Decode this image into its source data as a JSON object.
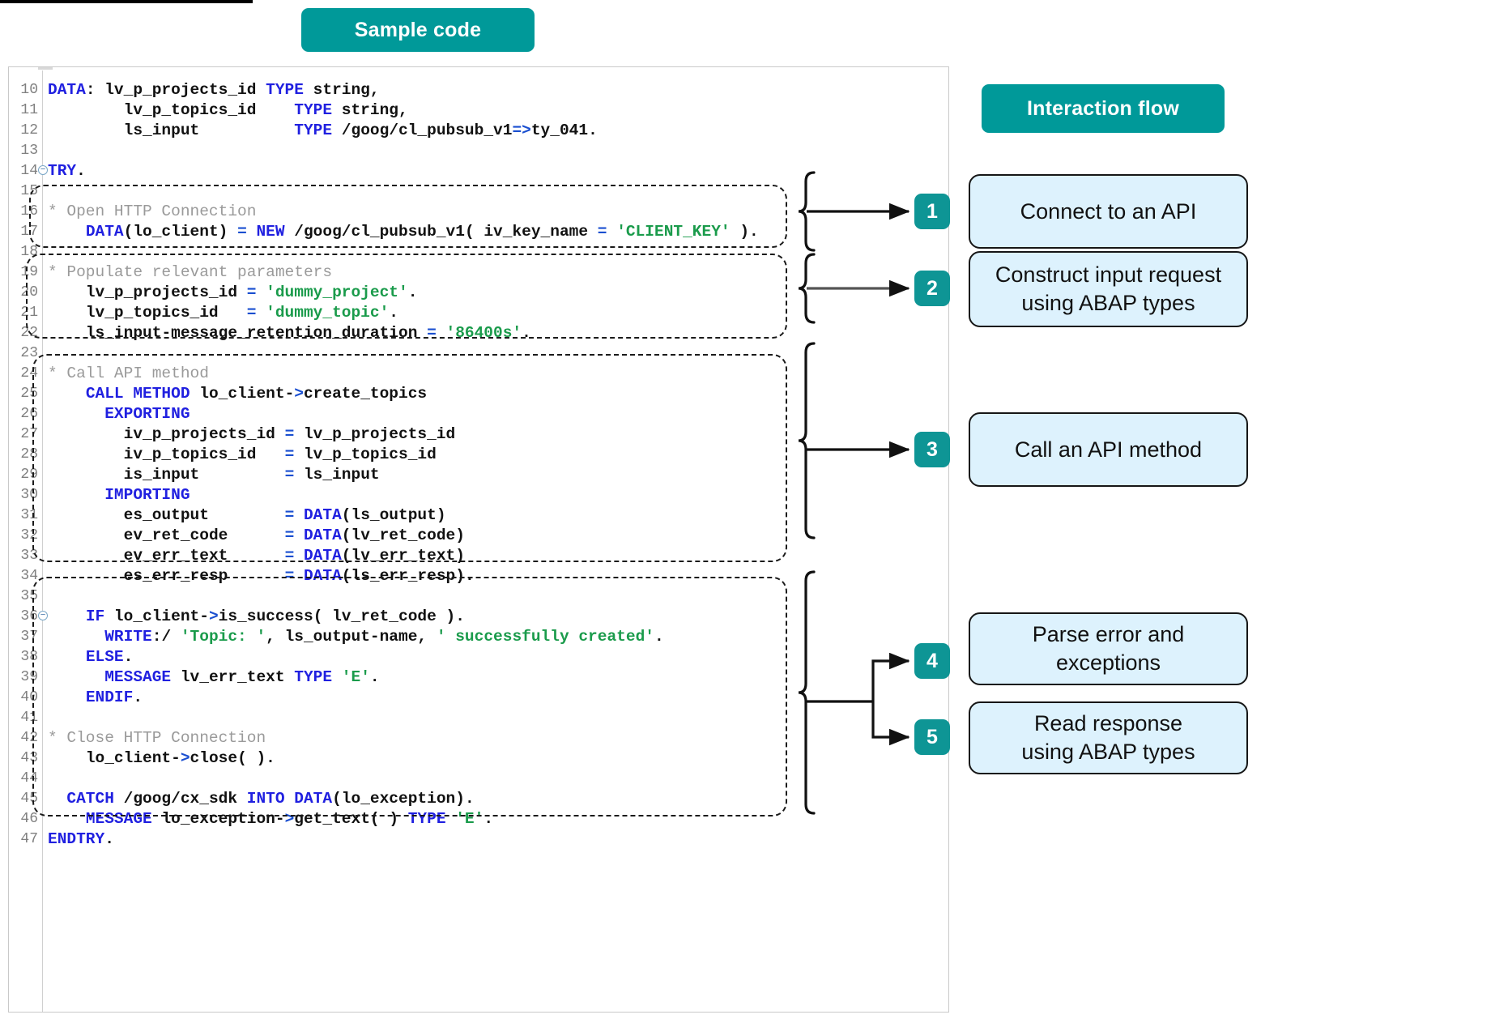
{
  "header": {
    "sample_code_label": "Sample code",
    "interaction_flow_label": "Interaction flow"
  },
  "colors": {
    "teal": "#009999",
    "badge_teal": "#0e9595",
    "flow_box_fill": "#ddf2fd",
    "keyword_blue": "#2020e0",
    "string_green": "#1a9b4b",
    "comment_gray": "#9a9a9a"
  },
  "editor": {
    "lines": [
      {
        "num": "10",
        "fold": false,
        "indent": 0,
        "text": "DATA: lv_p_projects_id TYPE string,"
      },
      {
        "num": "11",
        "fold": false,
        "indent": 0,
        "text": "        lv_p_topics_id    TYPE string,"
      },
      {
        "num": "12",
        "fold": false,
        "indent": 0,
        "text": "        ls_input          TYPE /goog/cl_pubsub_v1=>ty_041."
      },
      {
        "num": "13",
        "fold": false,
        "indent": 0,
        "text": ""
      },
      {
        "num": "14",
        "fold": true,
        "indent": 0,
        "text": "TRY."
      },
      {
        "num": "15",
        "fold": false,
        "indent": 0,
        "text": ""
      },
      {
        "num": "16",
        "fold": false,
        "indent": 0,
        "text": "* Open HTTP Connection"
      },
      {
        "num": "17",
        "fold": false,
        "indent": 0,
        "text": "    DATA(lo_client) = NEW /goog/cl_pubsub_v1( iv_key_name = 'CLIENT_KEY' )."
      },
      {
        "num": "18",
        "fold": false,
        "indent": 0,
        "text": ""
      },
      {
        "num": "19",
        "fold": false,
        "indent": 0,
        "text": "* Populate relevant parameters"
      },
      {
        "num": "20",
        "fold": false,
        "indent": 0,
        "text": "    lv_p_projects_id = 'dummy_project'."
      },
      {
        "num": "21",
        "fold": false,
        "indent": 0,
        "text": "    lv_p_topics_id   = 'dummy_topic'."
      },
      {
        "num": "22",
        "fold": false,
        "indent": 0,
        "text": "    ls_input-message_retention_duration = '86400s'."
      },
      {
        "num": "23",
        "fold": false,
        "indent": 0,
        "text": ""
      },
      {
        "num": "24",
        "fold": false,
        "indent": 0,
        "text": "* Call API method"
      },
      {
        "num": "25",
        "fold": false,
        "indent": 0,
        "text": "    CALL METHOD lo_client->create_topics"
      },
      {
        "num": "26",
        "fold": false,
        "indent": 0,
        "text": "      EXPORTING"
      },
      {
        "num": "27",
        "fold": false,
        "indent": 0,
        "text": "        iv_p_projects_id = lv_p_projects_id"
      },
      {
        "num": "28",
        "fold": false,
        "indent": 0,
        "text": "        iv_p_topics_id   = lv_p_topics_id"
      },
      {
        "num": "29",
        "fold": false,
        "indent": 0,
        "text": "        is_input         = ls_input"
      },
      {
        "num": "30",
        "fold": false,
        "indent": 0,
        "text": "      IMPORTING"
      },
      {
        "num": "31",
        "fold": false,
        "indent": 0,
        "text": "        es_output        = DATA(ls_output)"
      },
      {
        "num": "32",
        "fold": false,
        "indent": 0,
        "text": "        ev_ret_code      = DATA(lv_ret_code)"
      },
      {
        "num": "33",
        "fold": false,
        "indent": 0,
        "text": "        ev_err_text      = DATA(lv_err_text)"
      },
      {
        "num": "34",
        "fold": false,
        "indent": 0,
        "text": "        es_err_resp      = DATA(ls_err_resp)."
      },
      {
        "num": "35",
        "fold": false,
        "indent": 0,
        "text": ""
      },
      {
        "num": "36",
        "fold": true,
        "indent": 0,
        "text": "    IF lo_client->is_success( lv_ret_code )."
      },
      {
        "num": "37",
        "fold": false,
        "indent": 0,
        "text": "      WRITE:/ 'Topic: ', ls_output-name, ' successfully created'."
      },
      {
        "num": "38",
        "fold": false,
        "indent": 0,
        "text": "    ELSE."
      },
      {
        "num": "39",
        "fold": false,
        "indent": 0,
        "text": "      MESSAGE lv_err_text TYPE 'E'."
      },
      {
        "num": "40",
        "fold": false,
        "indent": 0,
        "text": "    ENDIF."
      },
      {
        "num": "41",
        "fold": false,
        "indent": 0,
        "text": ""
      },
      {
        "num": "42",
        "fold": false,
        "indent": 0,
        "text": "* Close HTTP Connection"
      },
      {
        "num": "43",
        "fold": false,
        "indent": 0,
        "text": "    lo_client->close( )."
      },
      {
        "num": "44",
        "fold": false,
        "indent": 0,
        "text": ""
      },
      {
        "num": "45",
        "fold": false,
        "indent": 0,
        "text": "  CATCH /goog/cx_sdk INTO DATA(lo_exception)."
      },
      {
        "num": "46",
        "fold": false,
        "indent": 0,
        "text": "    MESSAGE lo_exception->get_text( ) TYPE 'E'."
      },
      {
        "num": "47",
        "fold": false,
        "indent": 0,
        "text": "ENDTRY."
      }
    ]
  },
  "flow": {
    "steps": [
      {
        "number": "1",
        "label": "Connect to an API"
      },
      {
        "number": "2",
        "label": "Construct input request\nusing ABAP types"
      },
      {
        "number": "3",
        "label": "Call an API method"
      },
      {
        "number": "4",
        "label": "Parse error and\nexceptions"
      },
      {
        "number": "5",
        "label": "Read response\nusing ABAP types"
      }
    ]
  }
}
